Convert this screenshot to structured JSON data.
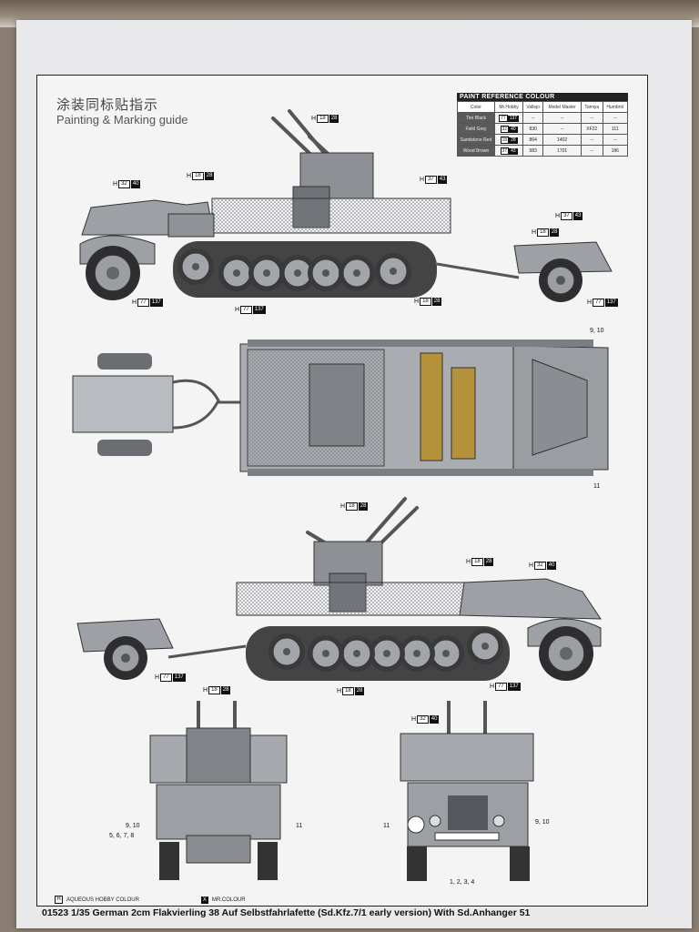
{
  "title_cn": "涂装同标贴指示",
  "title_en": "Painting & Marking guide",
  "paint_reference": {
    "header": "PAINT  REFERENCE COLOUR",
    "columns": [
      "Color",
      "Mr.Hobby",
      "Vallejo",
      "Model Master",
      "Tamiya",
      "Humbrol"
    ],
    "rows": [
      {
        "name": "Tire Black",
        "h": "77",
        "code": "137",
        "vallejo": "--",
        "model_master": "--",
        "tamiya": "--",
        "humbrol": "--"
      },
      {
        "name": "Field Grey",
        "h": "32",
        "code": "40",
        "vallejo": "830",
        "model_master": "--",
        "tamiya": "XF22",
        "humbrol": "111"
      },
      {
        "name": "Sandstone Red",
        "h": "18",
        "code": "28",
        "vallejo": "864",
        "model_master": "1402",
        "tamiya": "--",
        "humbrol": "--"
      },
      {
        "name": "Wood Brown",
        "h": "37",
        "code": "43",
        "vallejo": "983",
        "model_master": "1701",
        "tamiya": "--",
        "humbrol": "186"
      }
    ]
  },
  "tags": [
    {
      "h": "H",
      "a": "18",
      "b": "28"
    },
    {
      "h": "H",
      "a": "32",
      "b": "40"
    },
    {
      "h": "H",
      "a": "18",
      "b": "28"
    },
    {
      "h": "H",
      "a": "37",
      "b": "43"
    },
    {
      "h": "H",
      "a": "37",
      "b": "43"
    },
    {
      "h": "H",
      "a": "18",
      "b": "28"
    },
    {
      "h": "H",
      "a": "77",
      "b": "137"
    },
    {
      "h": "H",
      "a": "77",
      "b": "137"
    },
    {
      "h": "H",
      "a": "18",
      "b": "28"
    },
    {
      "h": "H",
      "a": "77",
      "b": "137"
    },
    {
      "h": "H",
      "a": "18",
      "b": "28"
    },
    {
      "h": "H",
      "a": "18",
      "b": "28"
    },
    {
      "h": "H",
      "a": "32",
      "b": "40"
    },
    {
      "h": "H",
      "a": "77",
      "b": "137"
    },
    {
      "h": "H",
      "a": "18",
      "b": "28"
    },
    {
      "h": "H",
      "a": "77",
      "b": "137"
    },
    {
      "h": "H",
      "a": "18",
      "b": "28"
    },
    {
      "h": "H",
      "a": "32",
      "b": "40"
    }
  ],
  "numbers": {
    "top_right": "9, 10",
    "top_right_lower": "11",
    "rear_left_1": "9, 10",
    "rear_left_2": "5, 6, 7, 8",
    "rear_right": "11",
    "front_left": "11",
    "front_right": "9, 10",
    "front_bottom": "1, 2, 3, 4"
  },
  "legend": {
    "aqueous_key": "H",
    "aqueous_label": "AQUEOUS HOBBY COLOUR",
    "mr_key": "X",
    "mr_label": "MR.COLOUR"
  },
  "footer": "01523 1/35 German 2cm Flakvierling 38 Auf Selbstfahrlafette (Sd.Kfz.7/1 early version) With Sd.Anhanger 51"
}
